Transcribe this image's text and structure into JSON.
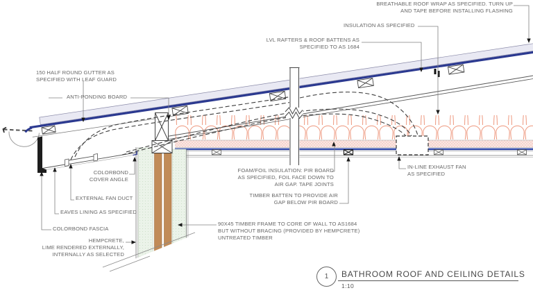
{
  "drawing": {
    "labels": {
      "breathable_wrap": "BREATHABLE ROOF WRAP AS SPECIFIED. TURN UP\nAND TAPE BEFORE INSTALLING FLASHING",
      "insulation": "INSULATION AS SPECIFIED",
      "lvl_rafters": "LVL RAFTERS & ROOF BATTENS AS\nSPECIFIED TO AS 1684",
      "gutter": "150 HALF ROUND GUTTER AS\nSPECIFIED WITH LEAF GUARD",
      "anti_ponding": "ANTI-PONDING BOARD",
      "cover_angle": "COLORBOND\nCOVER ANGLE",
      "external_duct": "EXTERNAL FAN DUCT",
      "eaves_lining": "EAVES LINING AS SPECIFIED",
      "fascia": "COLORBOND FASCIA",
      "hempcrete": "HEMPCRETE,\nLIME RENDERED EXTERNALLY,\nINTERNALLY AS SELECTED",
      "timber_frame": "90X45 TIMBER FRAME TO CORE OF WALL TO AS1684\nBUT WITHOUT BRACING (PROVIDED BY HEMPCRETE)\nUNTREATED TIMBER",
      "foam_foil": "FOAM/FOIL INSULATION: PIR BOARD\nAS SPECIFIED, FOIL FACE DOWN TO\nAIR GAP. TAPE JOINTS",
      "timber_batten": "TIMBER BATTEN TO PROVIDE AIR\nGAP BELOW PIR BOARD",
      "exhaust_fan": "IN-LINE EXHAUST FAN\nAS SPECIFIED"
    },
    "title_block": {
      "number": "1",
      "title": "BATHROOM ROOF AND CEILING DETAILS",
      "scale": "1:10"
    },
    "colors": {
      "roof_wrap_blue": "#2b3990",
      "roof_sheet_lavender": "#e9e9f3",
      "insulation_coral": "#efa088",
      "pir_pink": "#e8a69c",
      "hempcrete_green": "#ebf3e9",
      "timber_brown": "#c18b58"
    }
  }
}
